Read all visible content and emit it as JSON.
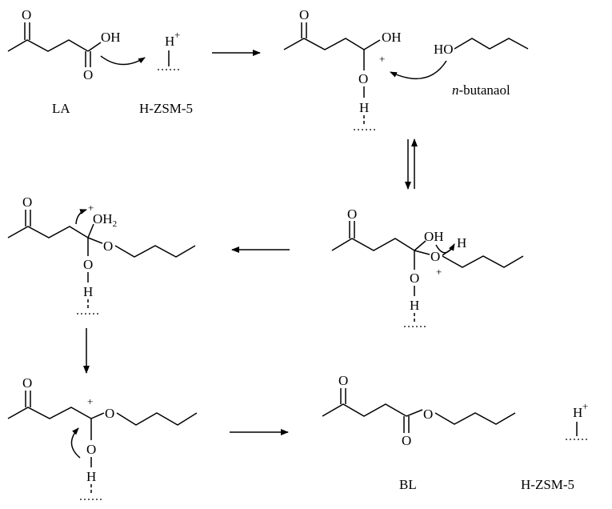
{
  "labels": {
    "la": "LA",
    "catalyst": "H-ZSM-5",
    "butanol_prefix": "n",
    "butanol_suffix": "-butanaol",
    "bl": "BL",
    "catalyst_final": "H-ZSM-5"
  },
  "atoms": {
    "oxygen": "O",
    "hydroxyl": "OH",
    "hydrogen": "H",
    "water_o": "OH",
    "water_sub": "2",
    "plus": "+",
    "ho": "HO"
  }
}
